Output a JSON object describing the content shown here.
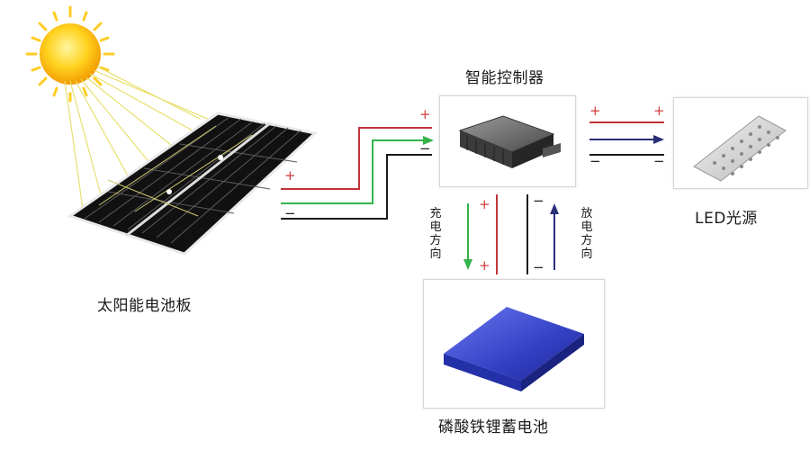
{
  "title": "智能控制器",
  "components": {
    "solar_panel": "太阳能电池板",
    "controller": "智能控制器",
    "led": "LED光源",
    "battery": "磷酸铁锂蓄电池"
  },
  "direction_labels": {
    "charge": "充电方向",
    "discharge": "放电方向"
  },
  "signs": {
    "plus": "+",
    "minus": "−"
  },
  "colors": {
    "positive_wire": "#c0333a",
    "negative_wire": "#1a1a1a",
    "signal_wire": "#35b34a",
    "discharge_arrow": "#2a2f7a",
    "battery": "#3a46c8",
    "sun": "#f6b600"
  }
}
